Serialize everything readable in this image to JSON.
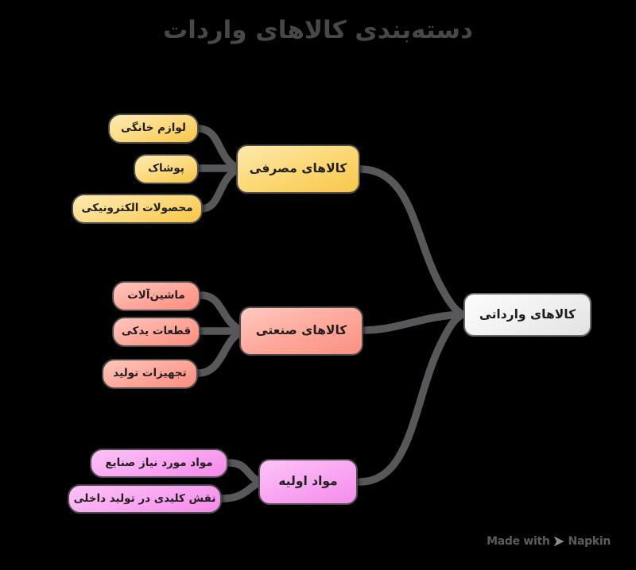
{
  "title": "دسته‌بندی کالاهای واردات",
  "colors": {
    "background": "#000000",
    "title_text": "#484848",
    "edge": "#58585a",
    "node_border": "#4b4b4d",
    "root_fill": "#f2f2f2",
    "yellow_fill": "#fcd978",
    "salmon_fill": "#ffa99c",
    "pink_fill": "#f9a7f2",
    "watermark_text": "#5c5c5c"
  },
  "root": {
    "label": "کالاهای وارداتی"
  },
  "branches": [
    {
      "label": "کالاهای مصرفی",
      "color": "yellow",
      "children": [
        {
          "label": "لوازم خانگی"
        },
        {
          "label": "پوشاک"
        },
        {
          "label": "محصولات الکترونیکی"
        }
      ]
    },
    {
      "label": "کالاهای صنعتی",
      "color": "salmon",
      "children": [
        {
          "label": "ماشین‌آلات"
        },
        {
          "label": "قطعات یدکی"
        },
        {
          "label": "تجهیزات تولید"
        }
      ]
    },
    {
      "label": "مواد اولیه",
      "color": "pink",
      "children": [
        {
          "label": "مواد مورد نیاز صنایع"
        },
        {
          "label": "نقش کلیدی در تولید داخلی"
        }
      ]
    }
  ],
  "watermark": {
    "prefix": "Made with",
    "brand": "Napkin",
    "icon": "chevron-right-icon"
  }
}
